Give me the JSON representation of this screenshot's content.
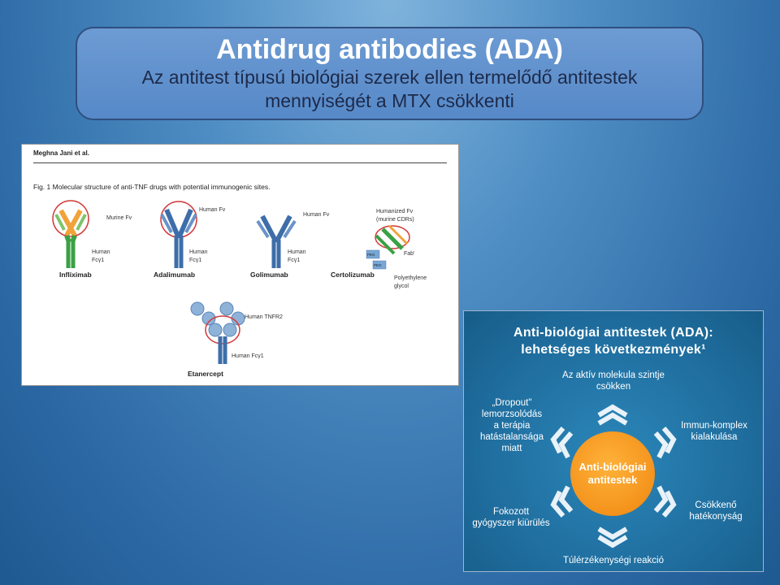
{
  "slide": {
    "title": "Antidrug antibodies (ADA)",
    "subtitle_line1": "Az antitest típusú biológiai szerek ellen termelődő antitestek",
    "subtitle_line2": "mennyiségét a MTX csökkenti"
  },
  "figure": {
    "author": "Meghna Jani et al.",
    "caption": "Fig. 1 Molecular structure of anti-TNF drugs with potential immunogenic sites.",
    "labels": {
      "murine_fv": "Murine Fv",
      "human_fv_1": "Human Fv",
      "human_fv_2": "Human Fv",
      "humanized_fv": "Humanized Fv",
      "murine_cdrs": "(murine CDRs)",
      "human": "Human",
      "fcy1": "Fcγ1",
      "fab": "Fab'",
      "peg": "PEG",
      "polyethylene": "Polyethylene",
      "glycol": "glycol",
      "human_tnfr2": "Human TNFR2",
      "human_fcy1": "Human Fcγ1"
    },
    "drugs": [
      "Infliximab",
      "Adalimumab",
      "Golimumab",
      "Certolizumab",
      "Etanercept"
    ]
  },
  "consequences": {
    "title_line1": "Anti-biológiai antitestek (ADA):",
    "title_line2": "lehetséges következmények¹",
    "center_line1": "Anti-biológiai",
    "center_line2": "antitestek",
    "top_line1": "Az aktív molekula szintje",
    "top_line2": "csökken",
    "left_lines": [
      "„Dropout\"",
      "lemorzsolódás",
      "a terápia",
      "hatástalansága",
      "miatt"
    ],
    "right_line1": "Immun-komplex",
    "right_line2": "kialakulása",
    "bottom_left_line1": "Fokozott",
    "bottom_left_line2": "gyógyszer kiürülés",
    "bottom_right_line1": "Csökkenő",
    "bottom_right_line2": "hatékonyság",
    "bottom": "Túlérzékenységi reakció"
  },
  "colors": {
    "green": "#3aa144",
    "blue": "#3e6ea9",
    "orange": "#f0a33a",
    "red_circle": "#d23b3b",
    "center": "#f4931c"
  }
}
